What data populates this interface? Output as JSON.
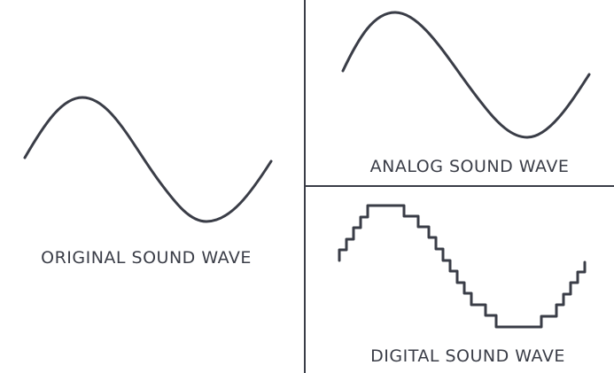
{
  "panels": {
    "original": {
      "label": "ORIGINAL SOUND WAVE"
    },
    "analog": {
      "label": "ANALOG SOUND WAVE"
    },
    "digital": {
      "label": "DIGITAL SOUND WAVE"
    }
  },
  "colors": {
    "stroke": "#3a3d47",
    "background": "#ffffff"
  }
}
